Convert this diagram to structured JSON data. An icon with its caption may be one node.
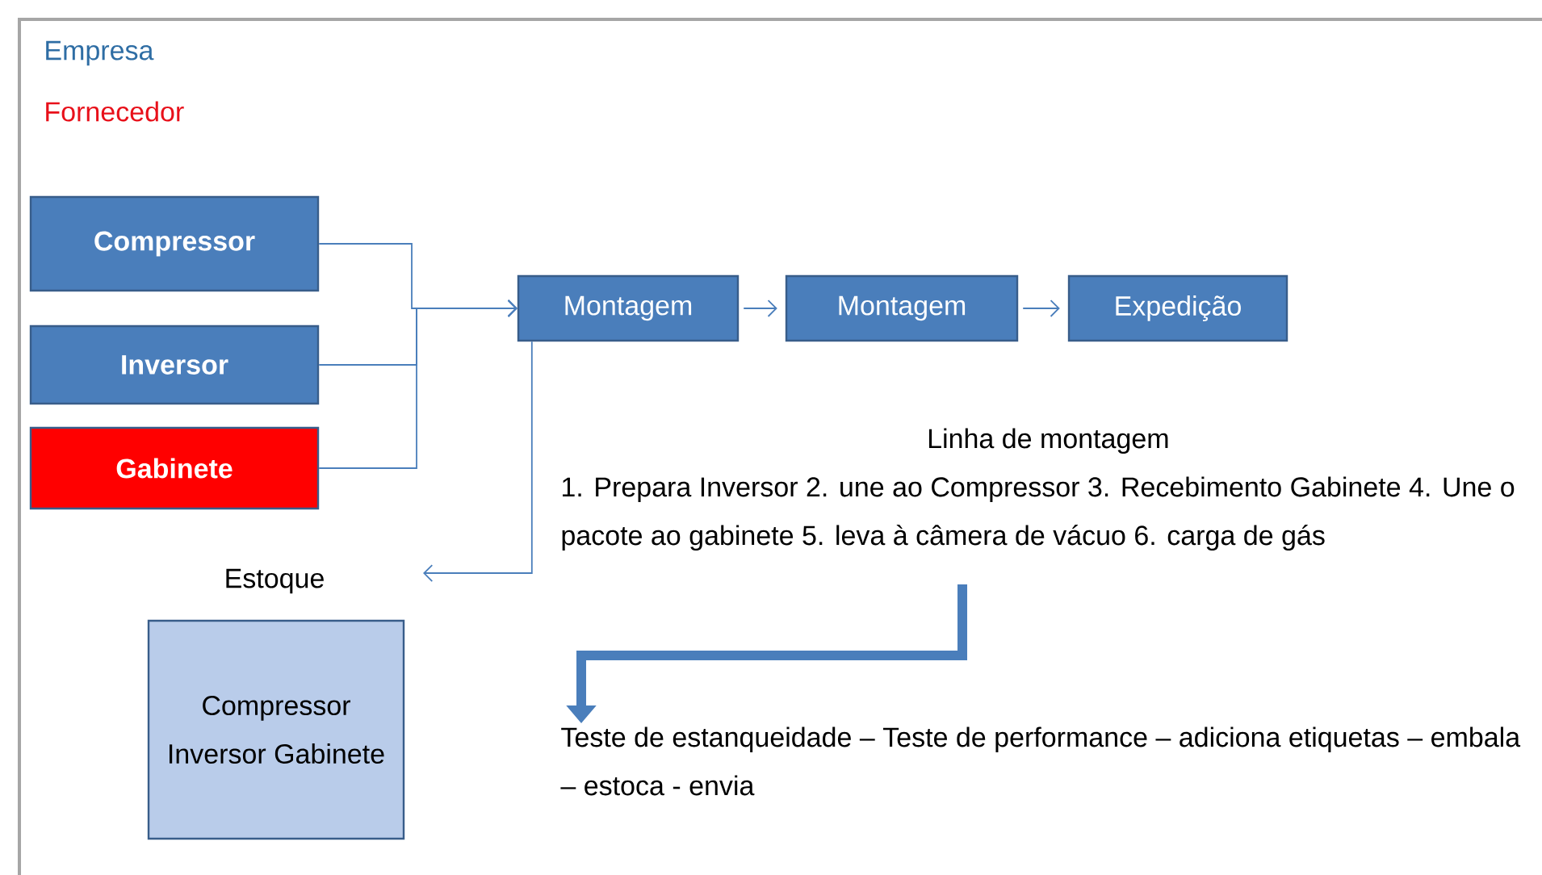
{
  "diagram": {
    "nodes": [
      {
        "text": [
          "Compressor"
        ]
      },
      {
        "text": [
          "Inversor"
        ]
      },
      {
        "text": [
          "Gabinete"
        ]
      },
      {
        "text": [
          "Montagem"
        ]
      },
      {
        "text": [
          "Montagem"
        ]
      },
      {
        "text": [
          "Expedição"
        ]
      },
      {
        "text": [
          "Estoque",
          "Compressor Inversor Gabinete"
        ]
      },
      {
        "text": [
          "Linha de montagem",
          "1. Prepara Inversor 2. une ao Compressor 3. Recebimento Gabinete 4. Une o pacote ao gabinete 5. leva à câmera de vácuo 6. carga de gás"
        ]
      },
      {
        "text": [
          "Teste de estanqueidade – Teste de performance – adiciona etiquetas – embala – estoca - envia"
        ]
      }
    ],
    "edges": [
      {
        "from": 0,
        "to": 3,
        "arrow": "to"
      },
      {
        "from": 1,
        "to": 3,
        "arrow": "to"
      },
      {
        "from": 2,
        "to": 3,
        "arrow": "to"
      },
      {
        "from": 3,
        "to": 4,
        "arrow": "to"
      },
      {
        "from": 4,
        "to": 5,
        "arrow": "to"
      },
      {
        "from": 3,
        "to": 6,
        "arrow": "to"
      },
      {
        "from": 7,
        "to": 8,
        "arrow": "to",
        "style": "thick"
      }
    ],
    "legend": [
      {
        "text": "Empresa",
        "color": "#2e6da4"
      },
      {
        "text": "Fornecedor",
        "color": "#e8101a"
      }
    ]
  }
}
